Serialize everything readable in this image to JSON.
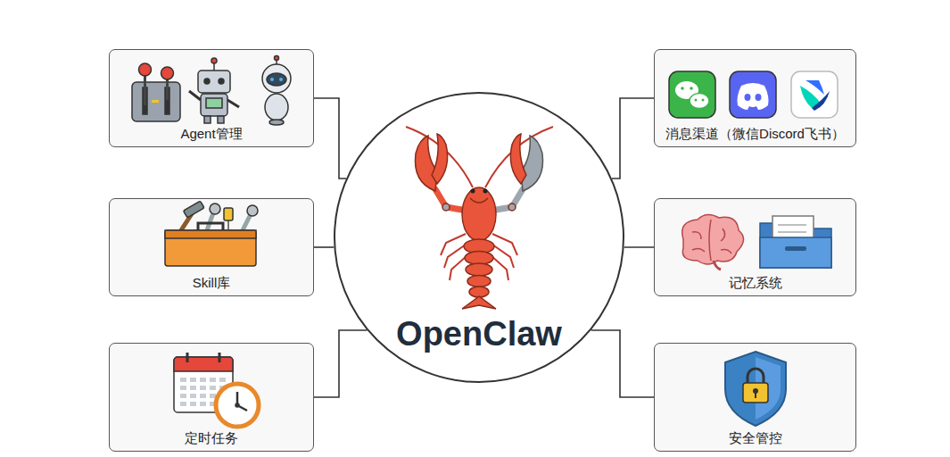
{
  "diagram": {
    "nodes": [
      {
        "text": [
          "OpenClaw"
        ]
      },
      {
        "text": [
          "Agent管理"
        ]
      },
      {
        "text": [
          "Skill库"
        ]
      },
      {
        "text": [
          "定时任务"
        ]
      },
      {
        "text": [
          "消息渠道（微信Discord飞书）"
        ]
      },
      {
        "text": [
          "记忆系统"
        ]
      },
      {
        "text": [
          "安全管控"
        ]
      }
    ],
    "edges": [
      {
        "from": 0,
        "to": 1,
        "arrow": "none"
      },
      {
        "from": 0,
        "to": 2,
        "arrow": "none"
      },
      {
        "from": 0,
        "to": 3,
        "arrow": "none"
      },
      {
        "from": 0,
        "to": 4,
        "arrow": "none"
      },
      {
        "from": 0,
        "to": 5,
        "arrow": "none"
      },
      {
        "from": 0,
        "to": 6,
        "arrow": "none"
      }
    ]
  }
}
